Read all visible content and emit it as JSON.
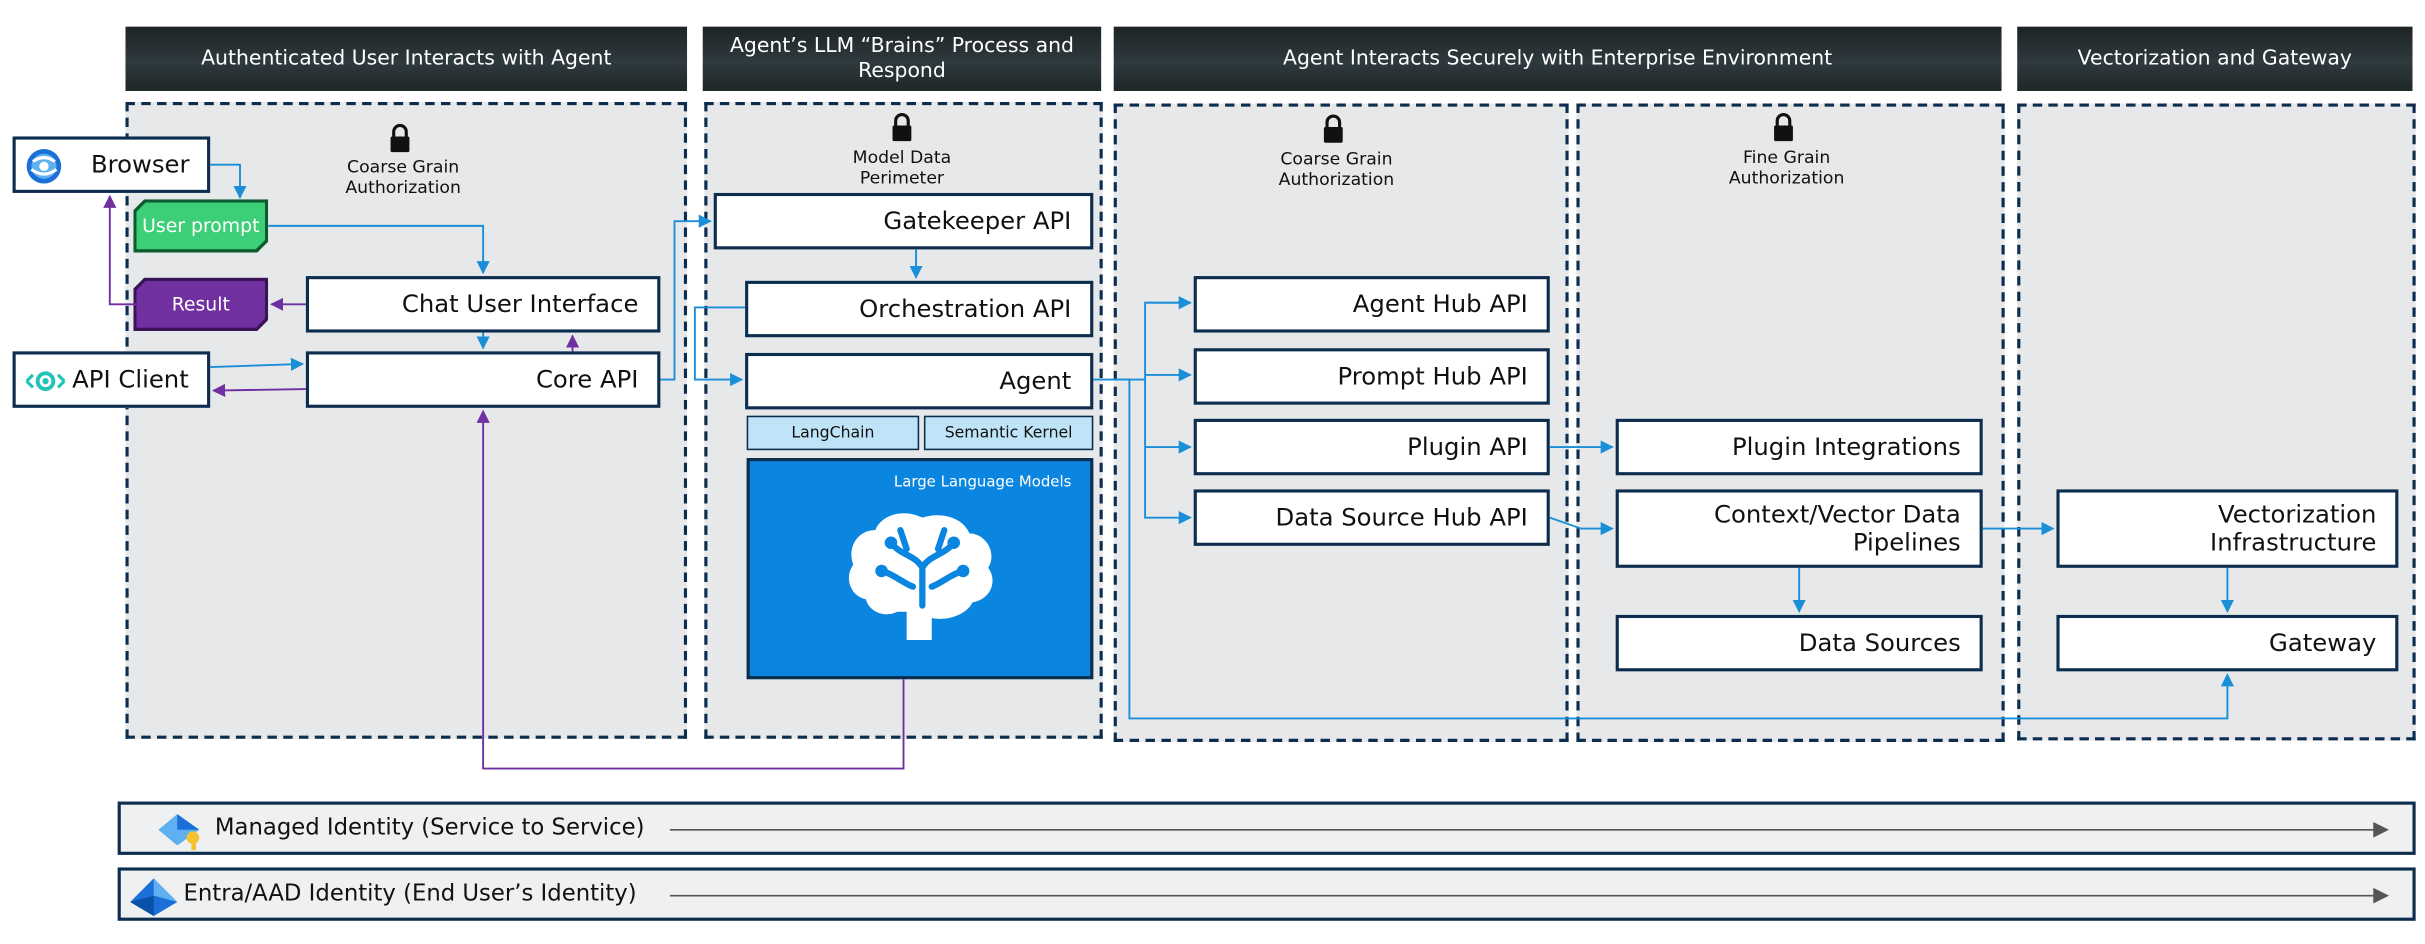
{
  "headers": [
    "Authenticated User Interacts  with Agent",
    "Agent’s LLM “Brains” Process and Respond",
    "Agent Interacts Securely with Enterprise Environment",
    "Vectorization and Gateway"
  ],
  "zone_notes": {
    "user": "Coarse Grain Authorization",
    "llm": "Model Data Perimeter",
    "enterprise": "Coarse Grain Authorization",
    "fine": "Fine Grain Authorization"
  },
  "user_zone": {
    "browser": "Browser",
    "user_prompt": "User prompt",
    "result": "Result",
    "api_client": "API Client",
    "chat_ui": "Chat User Interface",
    "core_api": "Core API"
  },
  "llm_zone": {
    "gatekeeper": "Gatekeeper API",
    "orchestration": "Orchestration  API",
    "agent": "Agent",
    "langchain": "LangChain",
    "semantic_kernel": "Semantic Kernel",
    "llm_label": "Large Language Models"
  },
  "enterprise_zone": {
    "agent_hub": "Agent Hub API",
    "prompt_hub": "Prompt Hub API",
    "plugin_api": "Plugin API",
    "data_source_hub": "Data Source Hub API",
    "plugin_integrations": "Plugin Integrations",
    "context_pipelines": "Context/Vector Data Pipelines",
    "data_sources": "Data Sources"
  },
  "vector_zone": {
    "vectorization": "Vectorization Infrastructure",
    "gateway": "Gateway"
  },
  "identities": {
    "managed": "Managed Identity (Service to Service)",
    "entra": "Entra/AAD Identity (End User’s Identity)"
  },
  "colors": {
    "header_bg": "#262e31",
    "zone_bg": "#e6e8ea",
    "border": "#0d2d4f",
    "arrow_blue": "#1a8fd8",
    "arrow_purple": "#7030a0",
    "prompt_green": "#3ccf78",
    "result_purple": "#7030a0",
    "llm_blue": "#0a86e0",
    "chip_bg": "#bfe3f7"
  },
  "icons": [
    "browser-globe-icon",
    "api-client-icon",
    "lock-icon",
    "brain-icon",
    "managed-identity-icon",
    "entra-identity-icon"
  ]
}
